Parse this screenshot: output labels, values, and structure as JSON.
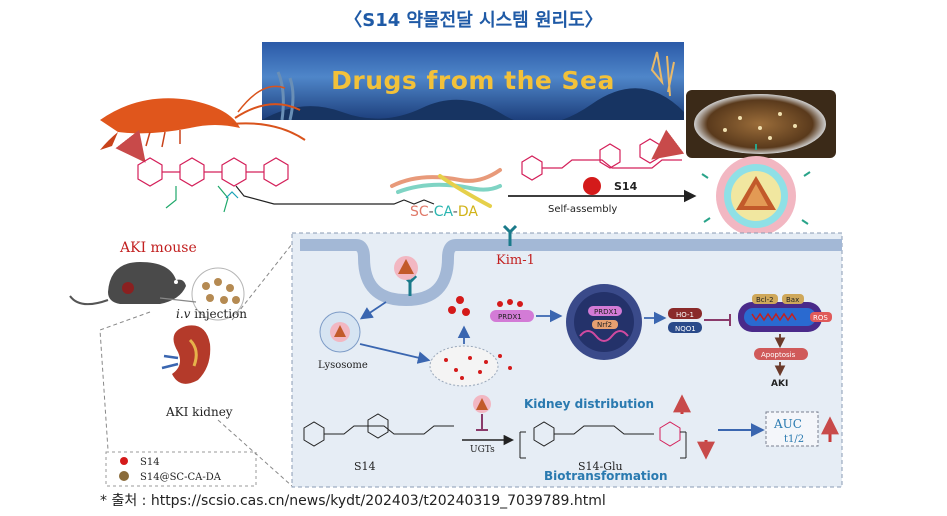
{
  "title": "〈S14 약물전달 시스템 원리도〉",
  "banner": {
    "text": "Drugs from the Sea"
  },
  "top": {
    "material_label": {
      "sc": "SC",
      "ca": "CA",
      "da": "DA",
      "sep": "-"
    },
    "drug_label": "S14",
    "process_label": "Self-assembly"
  },
  "left": {
    "mouse_label": "AKI mouse",
    "injection_label": "injection",
    "injection_prefix": "i.v",
    "kidney_label": "AKI kidney",
    "legend": [
      {
        "label": "S14",
        "color": "#d41a1a"
      },
      {
        "label": "S14@SC-CA-DA",
        "color": "#8a6b3a"
      }
    ]
  },
  "cell": {
    "receptor_label": "Kim-1",
    "lysosome_label": "Lysosome",
    "prdx1_label": "PRDX1",
    "nucleus_labels": {
      "prdx1": "PRDX1",
      "nrf2": "Nrf2"
    },
    "ho1_label": "HO-1",
    "nqo1_label": "NQO1",
    "bcl2_label": "Bcl-2",
    "bax_label": "Bax",
    "ros_label": "ROS",
    "apoptosis_label": "Apoptosis",
    "aki_label": "AKI",
    "kidney_distribution_label": "Kidney distribution",
    "biotransformation_label": "Biotransformation",
    "ugts_label": "UGTs",
    "s14_label": "S14",
    "s14glu_label": "S14-Glu",
    "auc_label": "AUC",
    "t12_label": "t1/2"
  },
  "source": "*  출처 : https://scsio.cas.cn/news/kydt/202403/t20240319_7039789.html"
}
